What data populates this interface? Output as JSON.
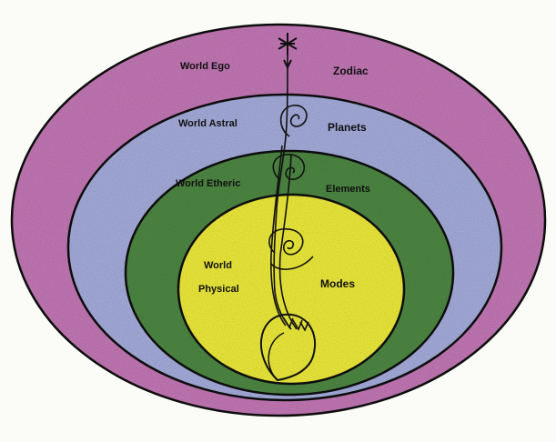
{
  "diagram": {
    "layers": [
      {
        "id": "ego",
        "world_label": "World Ego",
        "realm_label": "Zodiac",
        "color": "#c77ab9"
      },
      {
        "id": "astral",
        "world_label": "World Astral",
        "realm_label": "Planets",
        "color": "#a8b0e0"
      },
      {
        "id": "etheric",
        "world_label": "World Etheric",
        "realm_label": "Elements",
        "color": "#4f8a45"
      },
      {
        "id": "physical",
        "world_label": "World",
        "world_label_2": "Physical",
        "realm_label": "Modes",
        "color": "#f2ef3c"
      }
    ],
    "outline_color": "#111111",
    "paper_color": "#fbfbf8",
    "glyph": "star-top",
    "icons": [
      "star-icon",
      "spiral-stem-icon",
      "seed-icon",
      "heart-root-icon"
    ]
  }
}
